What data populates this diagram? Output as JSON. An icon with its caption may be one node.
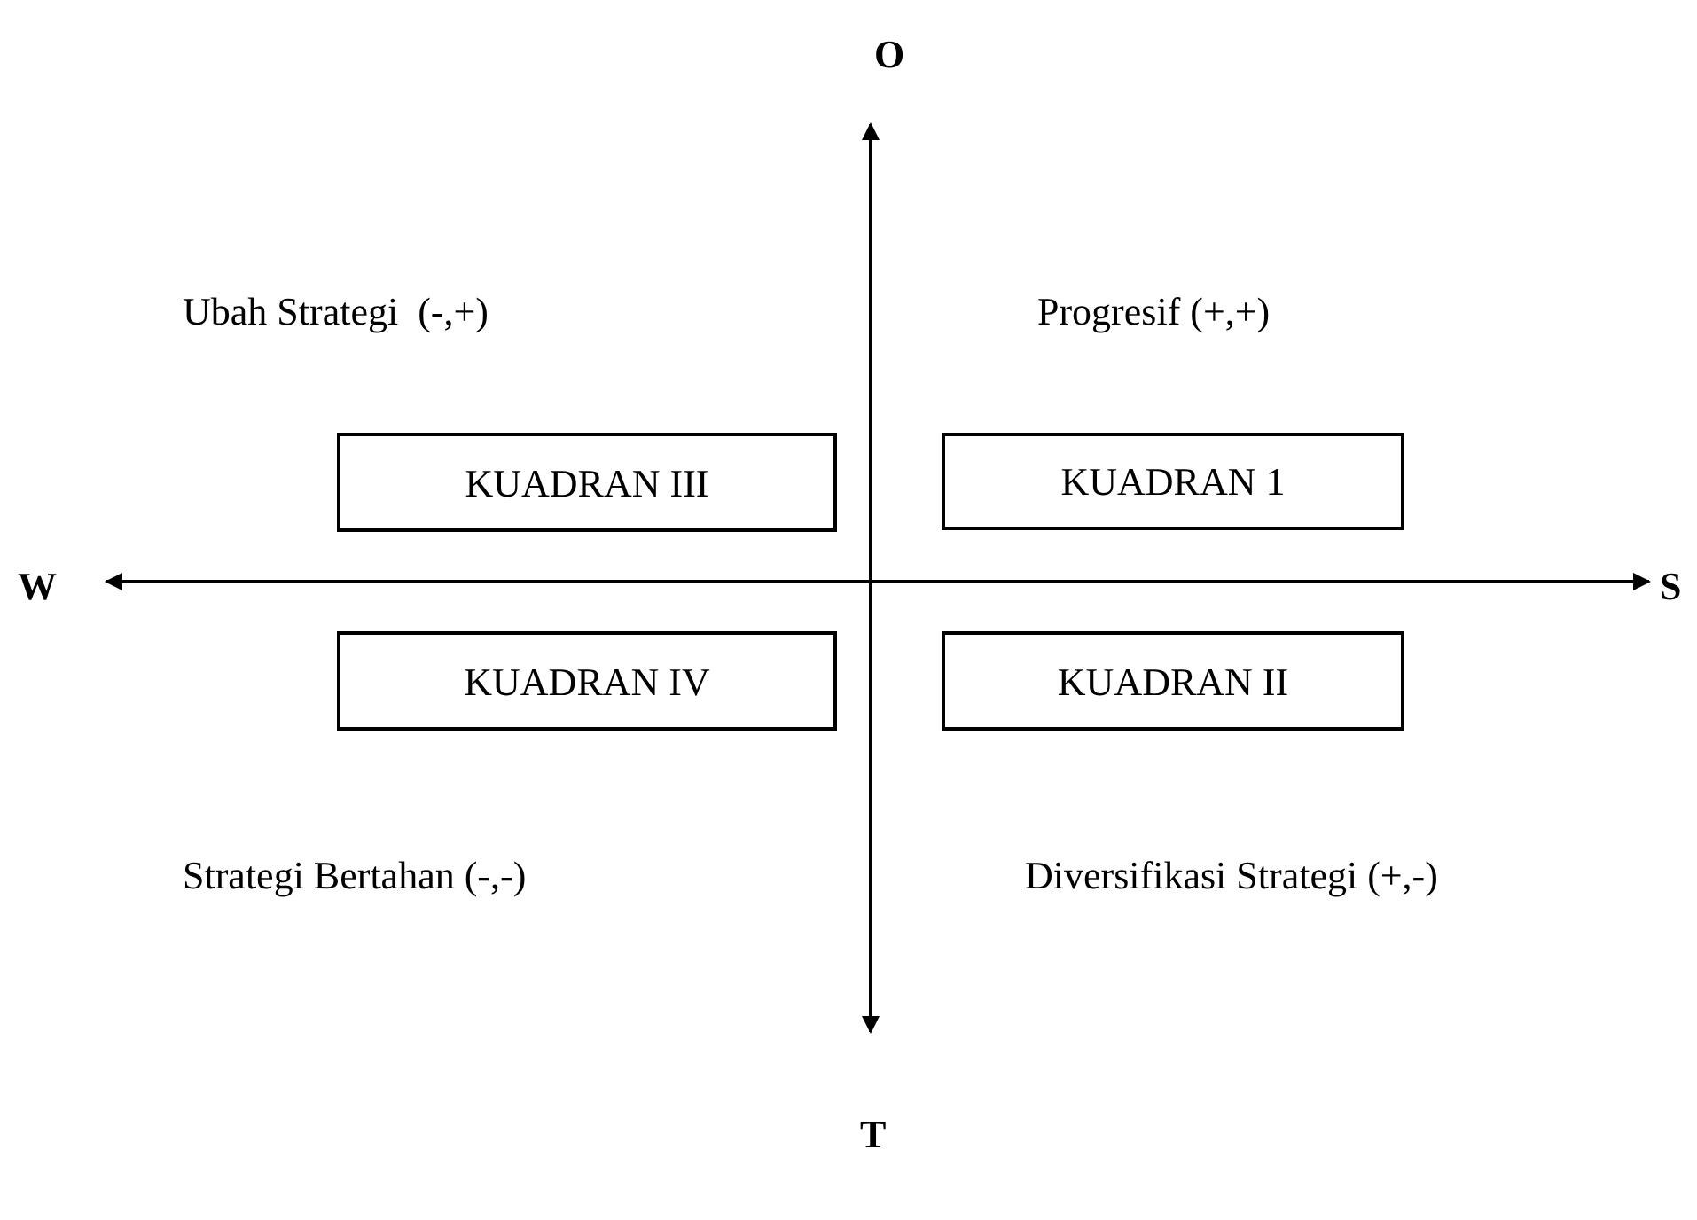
{
  "diagram": {
    "nodes": [
      {
        "text": [
          "KUADRAN III"
        ]
      },
      {
        "text": [
          "KUADRAN 1"
        ]
      },
      {
        "text": [
          "KUADRAN IV"
        ]
      },
      {
        "text": [
          "KUADRAN II"
        ]
      }
    ],
    "edges": [],
    "labels": [
      "O",
      "Ubah Strategi  (-,+)",
      "Progresif (+,+)",
      "W",
      "S",
      "Strategi Bertahan (-,-)",
      "Diversifikasi Strategi (+,-)",
      "T"
    ]
  }
}
